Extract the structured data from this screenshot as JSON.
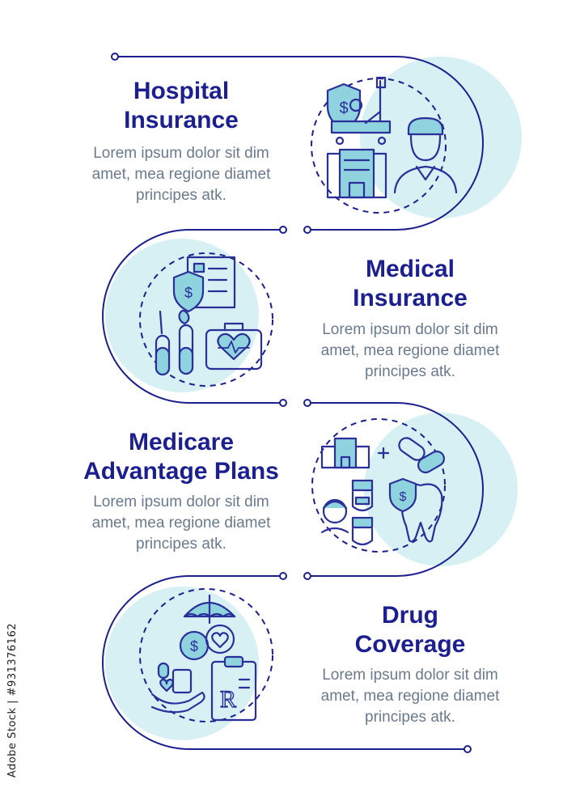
{
  "colors": {
    "title": "#1c1f8f",
    "description": "#6a7a8c",
    "line": "#1c1f8f",
    "accent_fill": "#d6f0f3",
    "icon_blue": "#2b2f9a",
    "icon_cyan": "#8fd3df"
  },
  "sections": [
    {
      "title_line1": "Hospital",
      "title_line2": "Insurance",
      "desc_line1": "Lorem ipsum dolor sit dim",
      "desc_line2": "amet, mea regione diamet",
      "desc_line3": "principes atk.",
      "icons": [
        "shield-dollar-icon",
        "hospital-bed-patient-icon",
        "hospital-building-icon",
        "nurse-icon"
      ]
    },
    {
      "title_line1": "Medical",
      "title_line2": "Insurance",
      "desc_line1": "Lorem ipsum dolor sit dim",
      "desc_line2": "amet, mea regione diamet",
      "desc_line3": "principes atk.",
      "icons": [
        "document-icon",
        "shield-dollar-icon",
        "test-tubes-icon",
        "first-aid-kit-heart-icon"
      ]
    },
    {
      "title_line1": "Medicare",
      "title_line2": "Advantage Plans",
      "desc_line1": "Lorem ipsum dolor sit dim",
      "desc_line2": "amet, mea regione diamet",
      "desc_line3": "principes atk.",
      "icons": [
        "hospital-building-icon",
        "plus-icon",
        "pills-icon",
        "doctor-icon",
        "tooth-shield-icon"
      ]
    },
    {
      "title_line1": "Drug",
      "title_line2": "Coverage",
      "desc_line1": "Lorem ipsum dolor sit dim",
      "desc_line2": "amet, mea regione diamet",
      "desc_line3": "principes atk.",
      "icons": [
        "umbrella-icon",
        "coin-dollar-icon",
        "heart-icon",
        "hand-medicine-icon",
        "prescription-clipboard-icon"
      ]
    }
  ],
  "watermark_text": "Adobe Stock | #931376162"
}
